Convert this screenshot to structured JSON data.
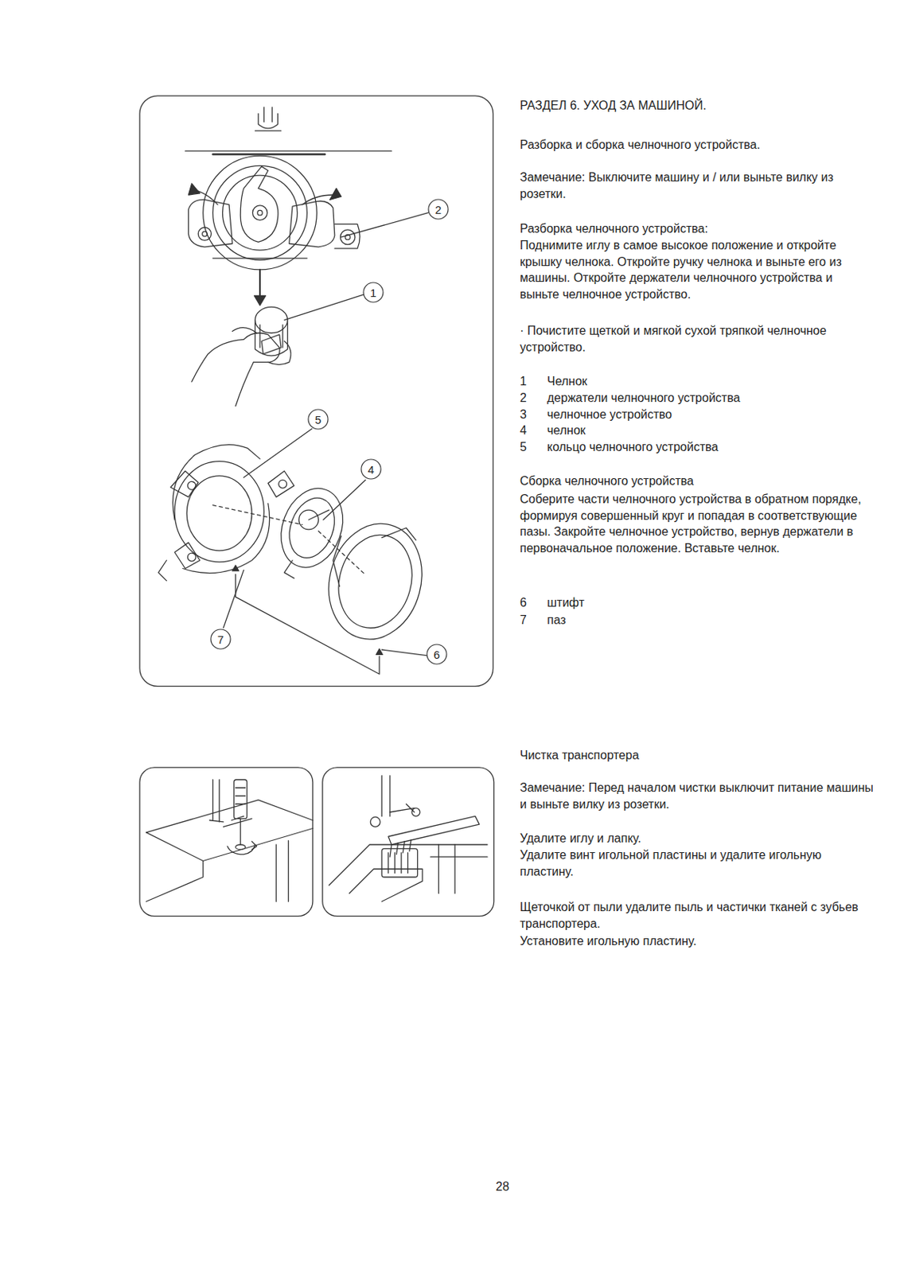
{
  "diagram": {
    "title": "РАЗДЕЛ 6. УХОД ЗА МАШИНОЙ.",
    "nodes": [
      {
        "text": [
          "2"
        ]
      },
      {
        "text": [
          "1"
        ]
      },
      {
        "text": [
          "5"
        ]
      },
      {
        "text": [
          "4"
        ]
      },
      {
        "text": [
          "7"
        ]
      },
      {
        "text": [
          "6"
        ]
      }
    ],
    "labels": [
      "Разборка и сборка челночного устройства.",
      "Замечание: Выключите машину и / или выньте вилку из розетки.",
      "Разборка челночного устройства:",
      "Поднимите иглу в самое высокое положение и откройте крышку челнока. Откройте ручку челнока и выньте его из машины. Откройте держатели челночного устройства и выньте челночное устройство.",
      "· Почистите щеткой и мягкой сухой тряпкой челночное устройство.",
      "1",
      "Челнок",
      "2",
      "держатели челночного устройства",
      "3",
      "челночное устройство",
      "4",
      "челнок",
      "5",
      "кольцо челночного устройства",
      "Сборка челночного устройства",
      "Соберите части челночного устройства в обратном порядке, формируя совершенный круг и попадая в соответствующие пазы. Закройте челночное устройство, вернув держатели в первоначальное положение. Вставьте челнок.",
      "6",
      "штифт",
      "7",
      "паз",
      "Чистка транспортера",
      "Замечание: Перед началом чистки выключит питание машины и выньте вилку из розетки.",
      "Удалите иглу и лапку.",
      "Удалите винт игольной пластины и удалите игольную пластину.",
      "Щеточкой от пыли удалите пыль и частички тканей с зубьев транспортера.",
      "Установите игольную пластину.",
      "28"
    ]
  }
}
